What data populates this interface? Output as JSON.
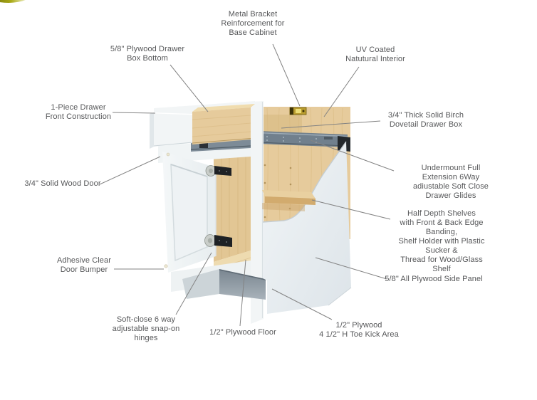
{
  "page": {
    "background": "#ffffff"
  },
  "badge": {
    "name": "corner-badge",
    "color_dark": "#6b6b04",
    "color_light": "#bcbc2e"
  },
  "palette": {
    "plywood": "#e6cb9c",
    "plywood_rail": "#ddc18c",
    "plywood_wall": "#e2c694",
    "plywood_floor": "#eedbb0",
    "plywood_shelf": "#e9d0a0",
    "shelf_edge": "#d2ab6e",
    "panel_white": "#f2f5f6",
    "glide_gray": "#71808d",
    "glide_dark": "#23282c",
    "bracket_brass": "#b89b2e",
    "toe_kick": "#8b97a1",
    "hinge_dark": "#1e2124",
    "leader_line": "#838383",
    "label_text": "#565759"
  },
  "labels": [
    {
      "id": "metal-bracket",
      "text": "Metal Bracket\nReinforcement for\nBase Cabinet"
    },
    {
      "id": "drawer-box-bottom",
      "text": "5/8\" Plywood Drawer\nBox Bottom"
    },
    {
      "id": "uv-interior",
      "text": "UV Coated\nNatutural Interior"
    },
    {
      "id": "drawer-front",
      "text": "1-Piece Drawer\nFront Construction"
    },
    {
      "id": "dovetail-box",
      "text": "3/4\" Thick Solid Birch\nDovetail Drawer Box"
    },
    {
      "id": "wood-door",
      "text": "3/4\" Solid Wood Door"
    },
    {
      "id": "drawer-glides",
      "text": "Undermount Full Extension 6Way\nadiustable Soft Close Drawer Glides"
    },
    {
      "id": "shelves",
      "text": "Half Depth Shelves\nwith Front & Back Edge Banding,\nShelf Holder with Plastic Sucker &\nThread for Wood/Glass Shelf"
    },
    {
      "id": "door-bumper",
      "text": "Adhesive Clear\nDoor Bumper"
    },
    {
      "id": "side-panel",
      "text": "5/8\" All Plywood Side Panel"
    },
    {
      "id": "hinges",
      "text": "Soft-close 6 way\nadjustable snap-on\nhinges"
    },
    {
      "id": "plywood-floor",
      "text": "1/2\" Plywood Floor"
    },
    {
      "id": "toe-kick",
      "text": "1/2\" Plywood\n4 1/2\" H Toe Kick Area"
    }
  ]
}
